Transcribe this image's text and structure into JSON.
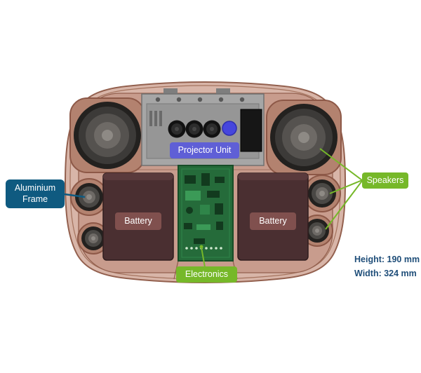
{
  "labels": {
    "projector_unit": "Projector Unit",
    "aluminium_frame": "Aluminium Frame",
    "battery_left": "Battery",
    "battery_right": "Battery",
    "electronics": "Electronics",
    "speakers": "Speakers"
  },
  "dimensions": {
    "height_label": "Height: 190 mm",
    "width_label": "Width: 324 mm"
  },
  "colors": {
    "projector_badge": "#5f5fd6",
    "frame_badge": "#0f5a80",
    "battery_badge": "#80504e",
    "green_badge": "#76b829",
    "dimension_text": "#1f4e79",
    "body_stroke": "#93604e",
    "body_fill": "#d8b5a8"
  }
}
